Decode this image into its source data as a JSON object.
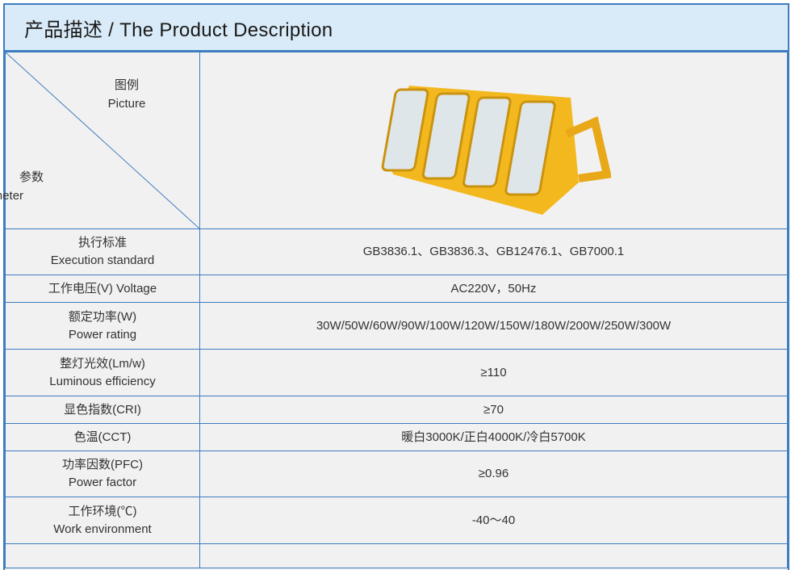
{
  "header": {
    "title": "产品描述 / The Product Description"
  },
  "picture_row": {
    "label_cn": "图例",
    "label_en": "Picture",
    "param_cn": "参数",
    "param_en": "Parameter",
    "image": "yellow-led-floodlight-4-module"
  },
  "rows": [
    {
      "cn": "执行标准",
      "en": "Execution standard",
      "value": "GB3836.1、GB3836.3、GB12476.1、GB7000.1"
    },
    {
      "cn": "工作电压(V) Voltage",
      "en": "",
      "value": "AC220V，50Hz"
    },
    {
      "cn": "额定功率(W)",
      "en": "Power rating",
      "value": "30W/50W/60W/90W/100W/120W/150W/180W/200W/250W/300W"
    },
    {
      "cn": "整灯光效(Lm/w)",
      "en": "Luminous efficiency",
      "value": "≥110"
    },
    {
      "cn": "显色指数(CRI)",
      "en": "",
      "value": "≥70"
    },
    {
      "cn": "色温(CCT)",
      "en": "",
      "value": "暖白3000K/正白4000K/冷白5700K"
    },
    {
      "cn": "功率因数(PFC)",
      "en": "Power factor",
      "value": "≥0.96"
    },
    {
      "cn": "工作环境(℃)",
      "en": "Work environment",
      "value": "-40～40"
    }
  ],
  "colors": {
    "border": "#3d7cc0",
    "header_bg": "#d9ebf8",
    "lamp": "#f4b81f"
  }
}
